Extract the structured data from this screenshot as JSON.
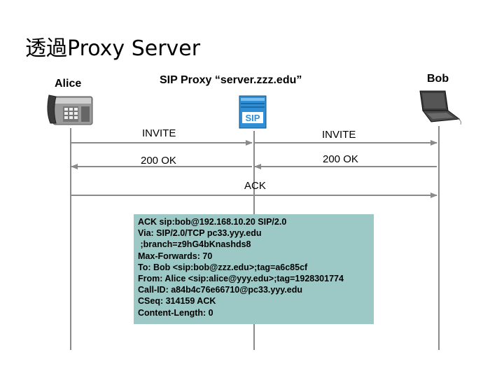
{
  "slide": {
    "title": "透過Proxy Server"
  },
  "actors": {
    "alice": "Alice",
    "proxy": "SIP Proxy “server.zzz.edu”",
    "bob": "Bob",
    "proxy_icon_text": "SIP"
  },
  "icons": {
    "alice": "ip-phone-icon",
    "proxy": "server-tower-icon",
    "bob": "laptop-icon"
  },
  "messages": [
    {
      "label": "INVITE",
      "from": "alice",
      "to": "proxy"
    },
    {
      "label": "INVITE",
      "from": "proxy",
      "to": "bob"
    },
    {
      "label": "200 OK",
      "from": "proxy",
      "to": "alice"
    },
    {
      "label": "200 OK",
      "from": "bob",
      "to": "proxy"
    },
    {
      "label": "ACK",
      "from": "alice",
      "to": "bob"
    }
  ],
  "ack_detail": {
    "lines": [
      "ACK sip:bob@192.168.10.20 SIP/2.0",
      "Via: SIP/2.0/TCP pc33.yyy.edu",
      " ;branch=z9hG4bKnashds8",
      "Max-Forwards: 70",
      "To: Bob <sip:bob@zzz.edu>;tag=a6c85cf",
      "From: Alice <sip:alice@yyy.edu>;tag=1928301774",
      "Call-ID: a84b4c76e66710@pc33.yyy.edu",
      "CSeq: 314159 ACK",
      "Content-Length: 0"
    ],
    "background": "#9cc9c6"
  },
  "colors": {
    "lifeline": "#8a8a8a",
    "server_blue": "#2f8fd6"
  }
}
